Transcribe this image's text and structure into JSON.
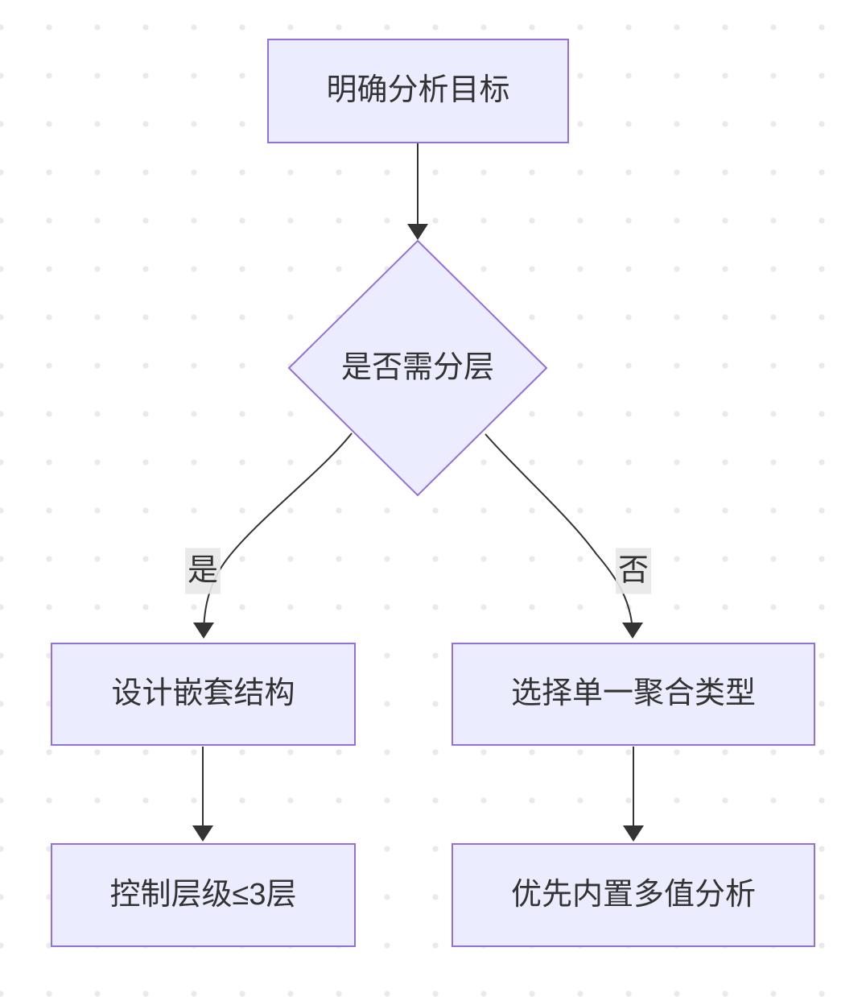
{
  "diagram": {
    "type": "flowchart",
    "direction": "top-down",
    "nodes": [
      {
        "id": "A",
        "shape": "rect",
        "label": "明确分析目标"
      },
      {
        "id": "B",
        "shape": "diamond",
        "label": "是否需分层"
      },
      {
        "id": "C",
        "shape": "rect",
        "label": "设计嵌套结构"
      },
      {
        "id": "D",
        "shape": "rect",
        "label": "选择单一聚合类型"
      },
      {
        "id": "E",
        "shape": "rect",
        "label": "控制层级≤3层"
      },
      {
        "id": "F",
        "shape": "rect",
        "label": "优先内置多值分析"
      }
    ],
    "edges": [
      {
        "from": "A",
        "to": "B",
        "label": ""
      },
      {
        "from": "B",
        "to": "C",
        "label": "是"
      },
      {
        "from": "B",
        "to": "D",
        "label": "否"
      },
      {
        "from": "C",
        "to": "E",
        "label": ""
      },
      {
        "from": "D",
        "to": "F",
        "label": ""
      }
    ],
    "colors": {
      "node_fill": "#ECECFF",
      "node_border": "#9370DB",
      "edge_line": "#333333",
      "text": "#333333",
      "edge_label_bg": "#e8e8e8",
      "background": "#ffffff",
      "dot_grid": "#eaeaea"
    }
  }
}
